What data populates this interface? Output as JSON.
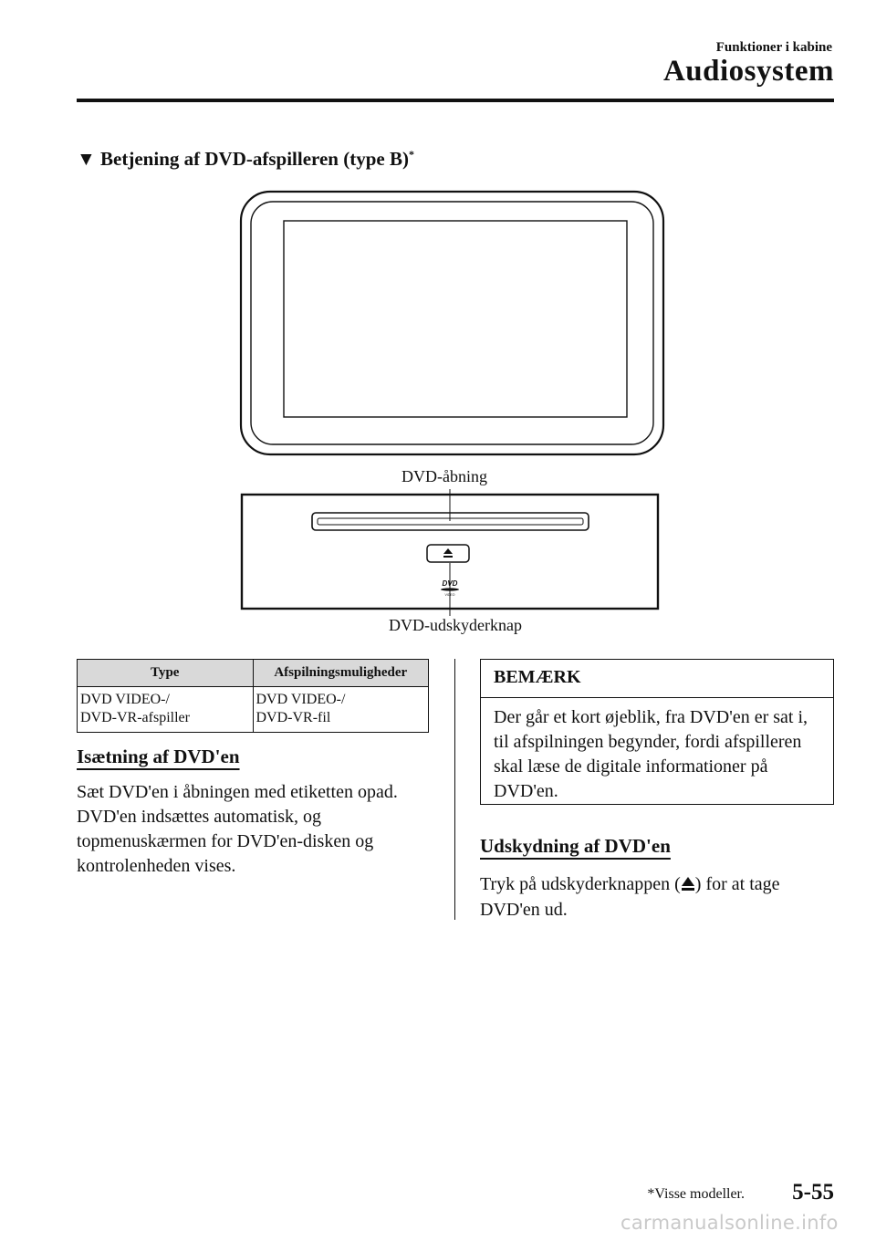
{
  "header": {
    "subtitle": "Funktioner i kabine",
    "title": "Audiosystem"
  },
  "section": {
    "bullet": "▼",
    "heading": "Betjening af DVD-afspilleren (type B)",
    "asterisk": "*"
  },
  "figure": {
    "label_opening": "DVD-åbning",
    "label_eject_button": "DVD-udskyderknap",
    "logo_text": "DVD VIDEO"
  },
  "table": {
    "headers": [
      "Type",
      "Afspilningsmuligheder"
    ],
    "rows": [
      {
        "type_line1": "DVD VIDEO-/",
        "type_line2": "DVD-VR-afspiller",
        "play_line1": "DVD VIDEO-/",
        "play_line2": "DVD-VR-fil"
      }
    ]
  },
  "insert": {
    "heading": "Isætning af DVD'en",
    "text": "Sæt DVD'en i åbningen med etiketten opad. DVD'en indsættes automatisk, og topmenuskærmen for DVD'en-disken og kontrolenheden vises."
  },
  "note": {
    "title": "BEMÆRK",
    "text": "Der går et kort øjeblik, fra DVD'en er sat i, til afspilningen begynder, fordi afspilleren skal læse de digitale informationer på DVD'en."
  },
  "eject": {
    "heading": "Udskydning af DVD'en",
    "text_before": "Tryk på udskyderknappen (",
    "text_after": ") for at tage DVD'en ud."
  },
  "footer": {
    "note": "*Visse modeller.",
    "page": "5-55",
    "watermark": "carmanualsonline.info"
  }
}
